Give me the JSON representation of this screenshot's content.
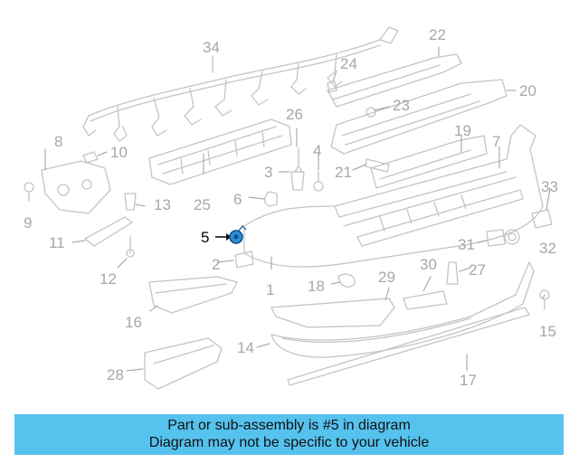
{
  "diagram": {
    "highlighted_part": "5",
    "part_numbers": [
      "1",
      "2",
      "3",
      "4",
      "5",
      "6",
      "7",
      "8",
      "9",
      "10",
      "11",
      "12",
      "13",
      "14",
      "15",
      "16",
      "17",
      "18",
      "19",
      "20",
      "21",
      "22",
      "23",
      "24",
      "25",
      "26",
      "27",
      "28",
      "29",
      "30",
      "31",
      "32",
      "33",
      "34"
    ],
    "colors": {
      "line": "#c8c8c8",
      "label": "#a7a7a7",
      "highlight": "#2c8fd6",
      "banner": "#56c2ee"
    }
  },
  "banner": {
    "line1": "Part or sub-assembly is #5 in diagram",
    "line2": "Diagram may not be specific to your vehicle"
  }
}
